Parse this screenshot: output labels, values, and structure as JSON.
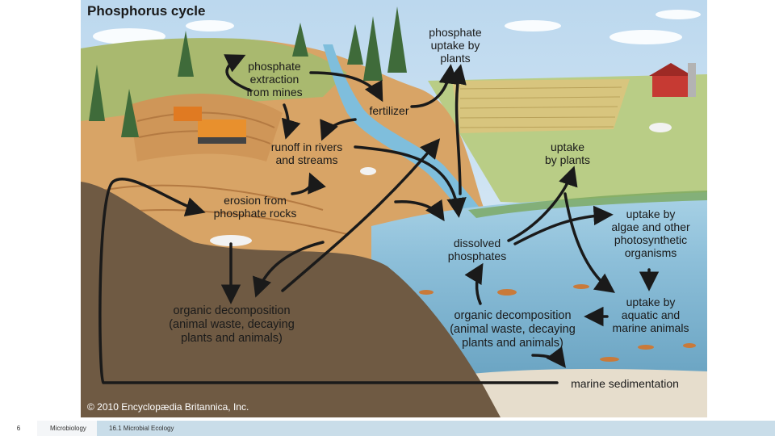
{
  "diagram": {
    "title": "Phosphorus cycle",
    "copyright": "© 2010 Encyclopædia Britannica, Inc.",
    "labels": {
      "phosphate_extraction": [
        "phosphate",
        "extraction",
        "from mines"
      ],
      "fertilizer": [
        "fertilizer"
      ],
      "phosphate_uptake_plants": [
        "phosphate",
        "uptake by",
        "plants"
      ],
      "runoff": [
        "runoff in rivers",
        "and streams"
      ],
      "uptake_plants": [
        "uptake",
        "by plants"
      ],
      "erosion": [
        "erosion from",
        "phosphate rocks"
      ],
      "dissolved": [
        "dissolved",
        "phosphates"
      ],
      "uptake_algae": [
        "uptake by",
        "algae and other",
        "photosynthetic",
        "organisms"
      ],
      "organic_land": [
        "organic decomposition",
        "(animal waste, decaying",
        "plants and animals)"
      ],
      "organic_water": [
        "organic decomposition",
        "(animal waste, decaying",
        "plants and animals)"
      ],
      "uptake_aquatic": [
        "uptake by",
        "aquatic and",
        "marine animals"
      ],
      "marine_sedimentation": [
        "marine sedimentation"
      ]
    },
    "colors": {
      "sky": "#ffffff",
      "hill": "#d9a064",
      "soil": "#6e5a44",
      "water": "#9fcbe0",
      "deep_water": "#6aa6c4",
      "grass": "#b7c98a",
      "arrow": "#1a1a1a"
    }
  },
  "footer": {
    "page_number": "6",
    "course": "Microbiology",
    "section": "16.1 Microbial Ecology"
  }
}
